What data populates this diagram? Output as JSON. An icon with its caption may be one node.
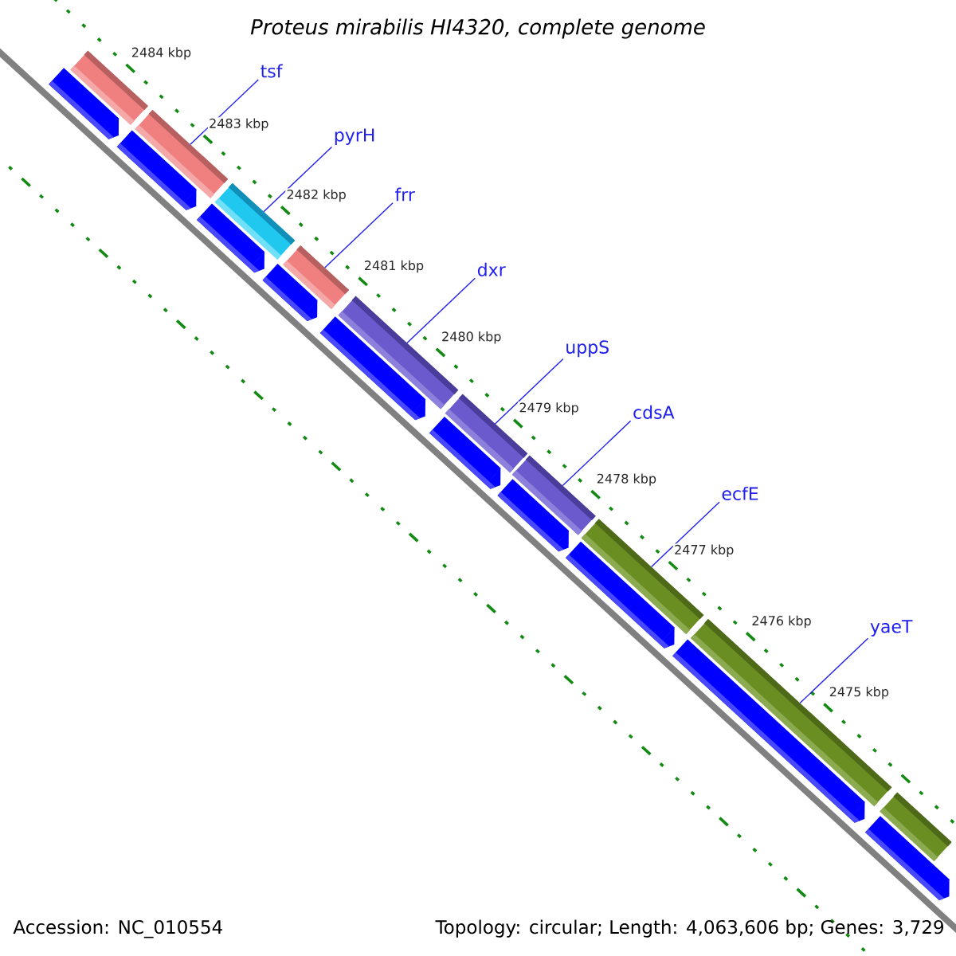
{
  "diagram": {
    "title": "Proteus mirabilis HI4320, complete genome",
    "nodes": [
      {
        "text": [
          "tsf"
        ]
      },
      {
        "text": [
          "pyrH"
        ]
      },
      {
        "text": [
          "frr"
        ]
      },
      {
        "text": [
          "dxr"
        ]
      },
      {
        "text": [
          "uppS"
        ]
      },
      {
        "text": [
          "cdsA"
        ]
      },
      {
        "text": [
          "ecfE"
        ]
      },
      {
        "text": [
          "yaeT"
        ]
      },
      {
        "text": [],
        "shape": "bar"
      },
      {
        "text": [],
        "shape": "bar"
      },
      {
        "text": [],
        "shape": "bar"
      },
      {
        "text": [],
        "shape": "bar"
      },
      {
        "text": [],
        "shape": "bar"
      },
      {
        "text": [],
        "shape": "bar"
      },
      {
        "text": [],
        "shape": "bar"
      },
      {
        "text": [],
        "shape": "bar"
      },
      {
        "text": [],
        "shape": "bar"
      },
      {
        "text": [],
        "shape": "bar"
      },
      {
        "text": [],
        "shape": "pentagon"
      },
      {
        "text": [],
        "shape": "pentagon"
      },
      {
        "text": [],
        "shape": "pentagon"
      },
      {
        "text": [],
        "shape": "pentagon"
      },
      {
        "text": [],
        "shape": "pentagon"
      },
      {
        "text": [],
        "shape": "pentagon"
      },
      {
        "text": [],
        "shape": "pentagon"
      },
      {
        "text": [],
        "shape": "pentagon"
      },
      {
        "text": [],
        "shape": "pentagon"
      },
      {
        "text": [],
        "shape": "pentagon"
      }
    ],
    "edges": [
      {
        "from": 0,
        "to": 9,
        "arrow": "none"
      },
      {
        "from": 1,
        "to": 10,
        "arrow": "none"
      },
      {
        "from": 2,
        "to": 11,
        "arrow": "none"
      },
      {
        "from": 3,
        "to": 12,
        "arrow": "none"
      },
      {
        "from": 4,
        "to": 13,
        "arrow": "none"
      },
      {
        "from": 5,
        "to": 14,
        "arrow": "none"
      },
      {
        "from": 6,
        "to": 15,
        "arrow": "none"
      },
      {
        "from": 7,
        "to": 16,
        "arrow": "none"
      }
    ],
    "labels": [
      "2484 kbp",
      "2483 kbp",
      "2482 kbp",
      "2481 kbp",
      "2480 kbp",
      "2479 kbp",
      "2478 kbp",
      "2477 kbp",
      "2476 kbp",
      "2475 kbp",
      "Accession: NC_010554",
      "Topology: circular; Length: 4,063,606 bp; Genes: 3,729"
    ]
  }
}
